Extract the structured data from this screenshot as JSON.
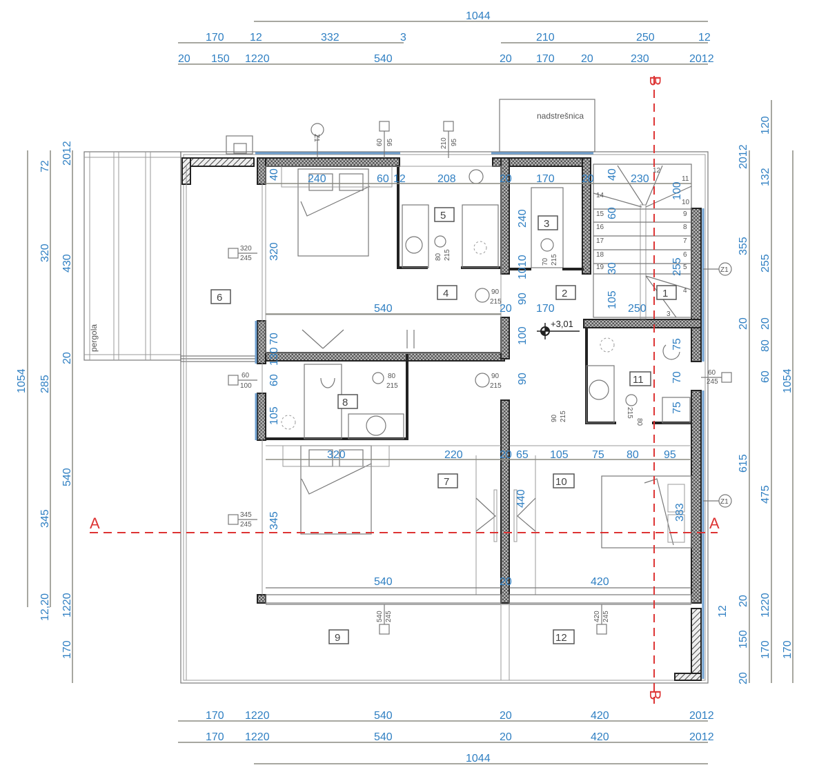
{
  "dimensions": {
    "top": {
      "overall": "1044",
      "row1": [
        "170",
        "12",
        "332",
        "3",
        "210",
        "250",
        "12"
      ],
      "row2": [
        "20",
        "150",
        "1220",
        "540",
        "20",
        "170",
        "20",
        "230",
        "2012"
      ]
    },
    "bottom": {
      "row1": [
        "170",
        "1220",
        "540",
        "20",
        "420",
        "2012"
      ],
      "row2": [
        "170",
        "1220",
        "540",
        "20",
        "420",
        "2012"
      ],
      "overall": "1044"
    },
    "left": {
      "overall": "1054",
      "col2": [
        "72",
        "320",
        "285",
        "345",
        "12,20"
      ],
      "col3": [
        "2012",
        "430",
        "20",
        "540",
        "1220",
        "170"
      ]
    },
    "right": {
      "col1": [
        "2012",
        "355",
        "20",
        "615",
        "20",
        "150",
        "20"
      ],
      "col2": [
        "120",
        "132",
        "255",
        "20",
        "80",
        "60",
        "475",
        "1220",
        "170"
      ],
      "overall": "1054",
      "col3_bottom": "170",
      "misc": "12"
    },
    "interior": {
      "r_top": [
        "240",
        "60",
        "12",
        "208",
        "20",
        "170",
        "20",
        "40",
        "230",
        "12"
      ],
      "r_left": [
        "40",
        "320",
        "70",
        "130",
        "60",
        "105",
        "345"
      ],
      "wardrobe_width": "540",
      "corridor": [
        "240",
        "1010",
        "90",
        "20",
        "100",
        "90",
        "10"
      ],
      "stairs": [
        "60",
        "30",
        "30",
        "30",
        "30",
        "30",
        "105",
        "250",
        "100",
        "255"
      ],
      "hall_width": "170",
      "bath11": [
        "75",
        "70",
        "75"
      ],
      "bed_row": [
        "320",
        "220",
        "20",
        "65",
        "105",
        "75",
        "80",
        "95"
      ],
      "vertical_440": "440",
      "vertical_383": "383",
      "bottom_inner": [
        "540",
        "20",
        "420"
      ]
    }
  },
  "rooms": [
    "1",
    "2",
    "3",
    "4",
    "5",
    "6",
    "7",
    "8",
    "9",
    "10",
    "11",
    "12"
  ],
  "labels": {
    "canopy": "nadstrešnica",
    "pergola": "pergola",
    "level": "+3,01",
    "section_a": "A",
    "section_b": "B",
    "z1": "Z1"
  },
  "openings": {
    "w_top1": [
      "60",
      "95"
    ],
    "w_top2": [
      "210",
      "95"
    ],
    "w_left1": [
      "320",
      "245"
    ],
    "w_left2": [
      "60",
      "100"
    ],
    "w_left3": [
      "345",
      "245"
    ],
    "w_bottom1": [
      "540",
      "245"
    ],
    "w_bottom2": [
      "420",
      "245"
    ],
    "w_right": [
      "60",
      "245"
    ],
    "d_bath5": [
      "80",
      "215"
    ],
    "d_wc3": [
      "70",
      "215"
    ],
    "d_room4": [
      "90",
      "215"
    ],
    "d_bath8": [
      "80",
      "215"
    ],
    "d_hall": [
      "90",
      "215"
    ],
    "d_room10": [
      "90",
      "215"
    ],
    "d_bath11": [
      "80",
      "215"
    ]
  },
  "stair_steps": [
    "1",
    "2",
    "3",
    "4",
    "5",
    "6",
    "7",
    "8",
    "9",
    "10",
    "11",
    "12",
    "14",
    "15",
    "16",
    "17",
    "18",
    "19"
  ],
  "colors": {
    "dimension": "#2f7fc2",
    "section": "#dd3333",
    "wall": "#222222"
  }
}
